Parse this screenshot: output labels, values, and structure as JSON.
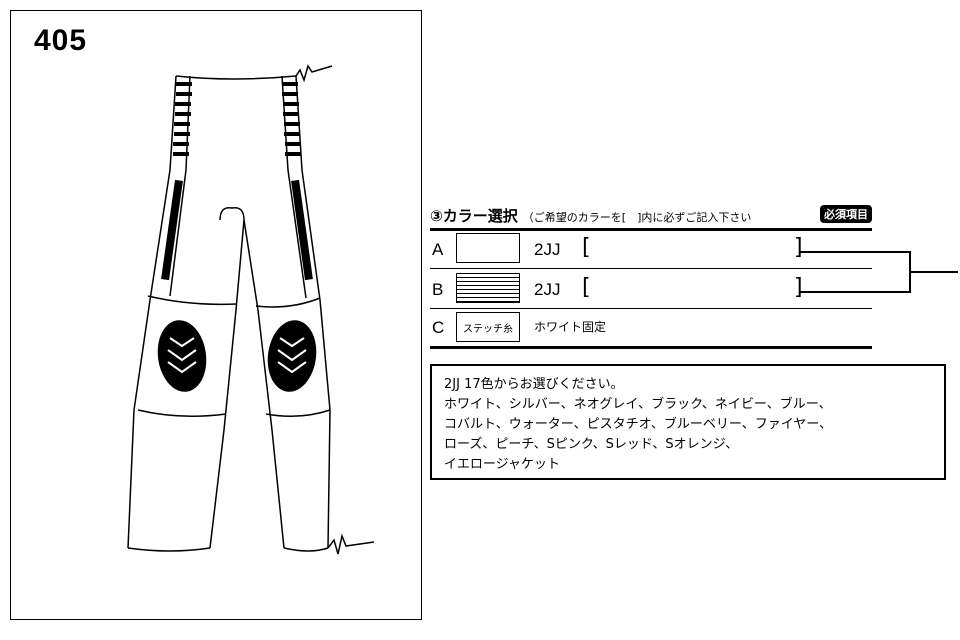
{
  "model_number": "405",
  "section": {
    "title": "③カラー選択",
    "note": "（ご希望のカラーを[　]内に必ずご記入下さい",
    "required_badge": "必須項目"
  },
  "rows": [
    {
      "label": "A",
      "code": "2JJ",
      "bracket_open": "[",
      "bracket_close": "]"
    },
    {
      "label": "B",
      "code": "2JJ",
      "bracket_open": "[",
      "bracket_close": "]"
    },
    {
      "label": "C",
      "swatch_text": "ステッチ糸",
      "fixed_text": "ホワイト固定"
    }
  ],
  "info": {
    "lines": [
      "2JJ 17色からお選びください。",
      "ホワイト、シルバー、ネオグレイ、ブラック、ネイビー、ブルー、",
      "コバルト、ウォーター、ピスタチオ、ブルーベリー、ファイヤー、",
      "ローズ、ピーチ、Sピンク、Sレッド、Sオレンジ、",
      "イエロージャケット"
    ]
  },
  "colors": {
    "line": "#000000",
    "background": "#ffffff"
  }
}
